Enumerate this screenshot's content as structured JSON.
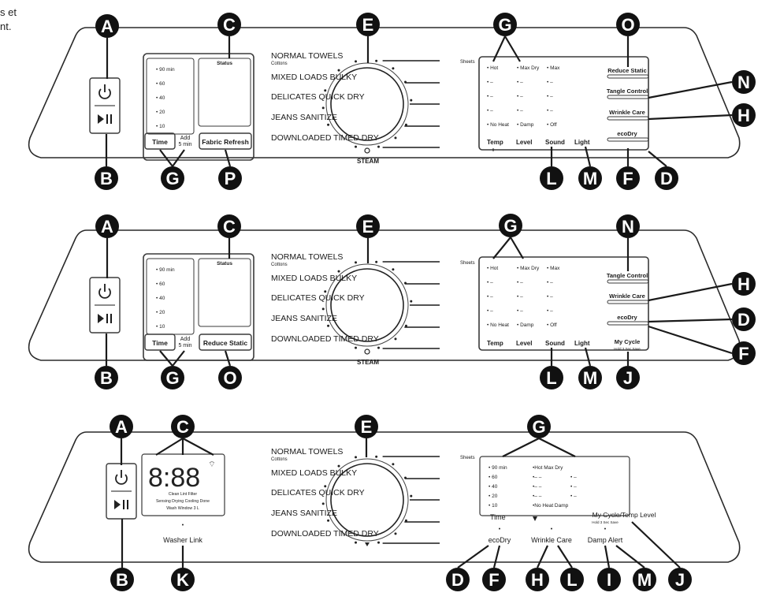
{
  "corner_text": [
    "s et",
    "nt."
  ],
  "panels": [
    {
      "timer_rows": [
        "90 min",
        "60",
        "40",
        "20",
        "10"
      ],
      "status_label": "Status",
      "btn_time": "Time",
      "add_label": [
        "Add",
        "5 min"
      ],
      "btn_extra": "Fabric Refresh",
      "cycles": [
        {
          "text": "NORMAL TOWELS",
          "sub": "Cottons"
        },
        {
          "text": "MIXED LOADS BULKY",
          "sub": ""
        },
        {
          "text": "DELICATES QUICK DRY",
          "sub": ""
        },
        {
          "text": "JEANS SANITIZE",
          "sub": ""
        },
        {
          "text": "DOWNLOADED TIMED DRY",
          "sub": ""
        }
      ],
      "sheets_label": "Sheets",
      "steam_label": "STEAM",
      "grid_cols": [
        [
          "Hot",
          "–",
          "–",
          "–",
          "No Heat"
        ],
        [
          "Max Dry",
          "–",
          "–",
          "–",
          "Damp"
        ],
        [
          "Max",
          "–",
          "–",
          "–",
          "Off"
        ]
      ],
      "bottom_labels": [
        "Temp",
        "Level",
        "Sound",
        "Light"
      ],
      "opt_buttons": [
        "Reduce Static",
        "Tangle Control",
        "Wrinkle Care",
        "ecoDry"
      ],
      "callouts": {
        "A": "A",
        "B": "B",
        "C": "C",
        "E": "E",
        "G_top": "G",
        "O": "O",
        "N": "N",
        "H": "H",
        "G_bot": "G",
        "P": "P",
        "L": "L",
        "M": "M",
        "F": "F",
        "D": "D"
      }
    },
    {
      "timer_rows": [
        "90 min",
        "60",
        "40",
        "20",
        "10"
      ],
      "status_label": "Status",
      "btn_time": "Time",
      "add_label": [
        "Add",
        "5 min"
      ],
      "btn_extra": "Reduce Static",
      "cycles": [
        {
          "text": "NORMAL TOWELS",
          "sub": "Cottons"
        },
        {
          "text": "MIXED LOADS BULKY",
          "sub": ""
        },
        {
          "text": "DELICATES QUICK DRY",
          "sub": ""
        },
        {
          "text": "JEANS SANITIZE",
          "sub": ""
        },
        {
          "text": "DOWNLOADED TIMED DRY",
          "sub": ""
        }
      ],
      "sheets_label": "Sheets",
      "steam_label": "STEAM",
      "grid_cols": [
        [
          "Hot",
          "–",
          "–",
          "–",
          "No Heat"
        ],
        [
          "Max Dry",
          "–",
          "–",
          "–",
          "Damp"
        ],
        [
          "Max",
          "–",
          "–",
          "–",
          "Off"
        ]
      ],
      "bottom_labels": [
        "Temp",
        "Level",
        "Sound",
        "Light"
      ],
      "opt_buttons": [
        "Tangle Control",
        "Wrinkle Care",
        "ecoDry"
      ],
      "mycycle": [
        "My Cycle",
        "Hold 3 Sec Save"
      ],
      "callouts": {
        "A": "A",
        "B": "B",
        "C": "C",
        "E": "E",
        "G_top": "G",
        "N": "N",
        "H": "H",
        "D": "D",
        "F": "F",
        "G_bot": "G",
        "O": "O",
        "L": "L",
        "M": "M",
        "J": "J"
      }
    },
    {
      "display_digits": "8:88",
      "display_lines": [
        "Clean Lint  Filter",
        "Sensing Drying Cooling Done",
        "Wash  Window  3 L"
      ],
      "washer_link": "Washer Link",
      "cycles": [
        {
          "text": "NORMAL TOWELS",
          "sub": "Cottons"
        },
        {
          "text": "MIXED LOADS BULKY",
          "sub": ""
        },
        {
          "text": "DELICATES QUICK DRY",
          "sub": ""
        },
        {
          "text": "JEANS SANITIZE",
          "sub": ""
        },
        {
          "text": "DOWNLOADED TIMED DRY",
          "sub": ""
        }
      ],
      "sheets_label": "Sheets",
      "grid_left": [
        "90 min",
        "60",
        "40",
        "20",
        "10"
      ],
      "grid_mid": [
        "Hot   Max Dry",
        "–        –",
        "–        –",
        "–        –",
        "No Heat Damp"
      ],
      "grid_right": [
        "",
        "–",
        "–",
        "–",
        ""
      ],
      "time_label": "Time",
      "mycycle_temp": [
        "My Cycle/Temp Level",
        "Hold 3 Sec Save"
      ],
      "bottom_opts": [
        "ecoDry",
        "Wrinkle Care",
        "Damp Alert"
      ],
      "callouts": {
        "A": "A",
        "C": "C",
        "E": "E",
        "G": "G",
        "B": "B",
        "K": "K",
        "D": "D",
        "F": "F",
        "H": "H",
        "L": "L",
        "I": "I",
        "M": "M",
        "J": "J"
      }
    }
  ]
}
